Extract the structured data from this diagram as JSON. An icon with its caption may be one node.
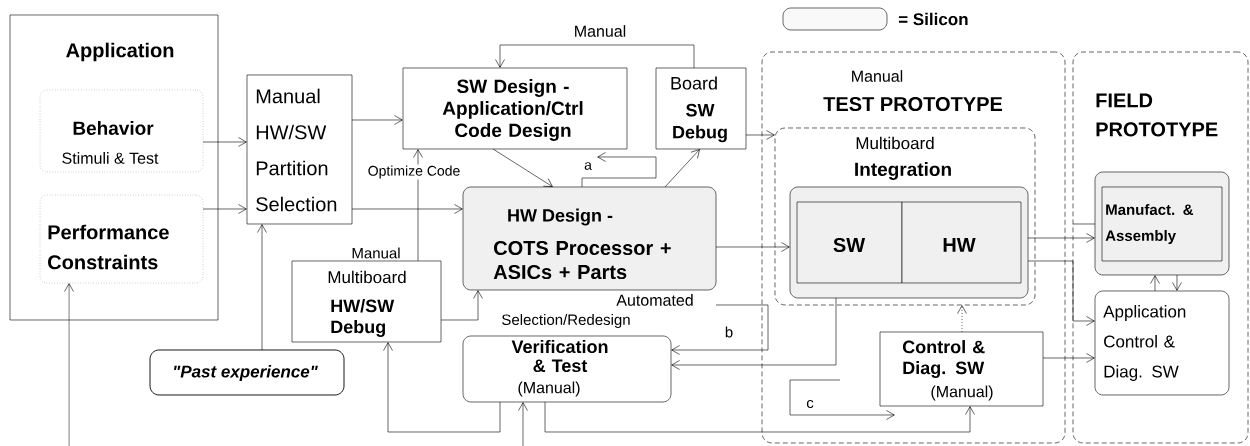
{
  "diagram": {
    "nodes": [
      {
        "text": [
          "Application"
        ]
      },
      {
        "text": [
          "Behavior",
          "Stimuli & Test"
        ],
        "in": 0
      },
      {
        "text": [
          "Performance Constraints"
        ],
        "in": 0
      },
      {
        "text": [
          "Manual HW/SW Partition Selection"
        ]
      },
      {
        "text": [
          "SW Design - Application/Ctrl Code Design"
        ]
      },
      {
        "text": [
          "Board",
          "SW Debug"
        ]
      },
      {
        "text": [
          "HW Design -",
          "COTS Processor + ASICs + Parts"
        ]
      },
      {
        "text": [
          "Multiboard",
          "HW/SW Debug"
        ],
        "beside": [
          "Manual"
        ]
      },
      {
        "text": [
          "\"Past experience\""
        ]
      },
      {
        "text": [
          "Verification & Test",
          "(Manual)"
        ]
      },
      {
        "text": [
          "Manual",
          "TEST PROTOTYPE"
        ]
      },
      {
        "text": [
          "Multiboard",
          "Integration"
        ],
        "in": 10
      },
      {
        "text": [],
        "shape": "box",
        "in": 11
      },
      {
        "text": [
          "SW"
        ],
        "in": 12
      },
      {
        "text": [
          "HW"
        ],
        "in": 12
      },
      {
        "text": [
          "Control & Diag. SW",
          "(Manual)"
        ],
        "in": 10
      },
      {
        "text": [
          "FIELD PROTOTYPE"
        ]
      },
      {
        "text": [],
        "shape": "box",
        "in": 16
      },
      {
        "text": [
          "Manufact. & Assembly"
        ],
        "in": 17
      },
      {
        "text": [
          "Application Control & Diag. SW"
        ],
        "in": 16
      }
    ],
    "edges": [
      {
        "from": 1,
        "to": 3,
        "arrow": "to"
      },
      {
        "from": 2,
        "to": 3,
        "arrow": "to"
      },
      {
        "from": 3,
        "to": 4,
        "arrow": "to"
      },
      {
        "from": 3,
        "to": 6,
        "arrow": "to"
      },
      {
        "from": 7,
        "to": 4,
        "arrow": "to",
        "label": "Optimize Code"
      },
      {
        "from": 7,
        "to": 6,
        "arrow": "to"
      },
      {
        "from": 5,
        "to": 4,
        "arrow": "to",
        "label": "Manual"
      },
      {
        "from": 4,
        "to": 6,
        "arrow": "to"
      },
      {
        "from": 6,
        "to": 5,
        "arrow": "to"
      },
      {
        "from": 6,
        "to": 4,
        "arrow": "to",
        "label": "a"
      },
      {
        "from": null,
        "to": 9,
        "arrow": "to",
        "label": "b"
      },
      {
        "from": 12,
        "to": 9,
        "arrow": "to"
      },
      {
        "from": 15,
        "to": 11,
        "arrow": "to",
        "style": "dashed"
      },
      {
        "from": null,
        "to": 15,
        "arrow": "to",
        "label": "c"
      },
      {
        "from": 9,
        "to": 7,
        "arrow": "to"
      },
      {
        "from": 9,
        "to": 15,
        "arrow": "to"
      },
      {
        "from": null,
        "to": 9,
        "arrow": "to"
      },
      {
        "from": null,
        "to": 2,
        "arrow": "to"
      },
      {
        "from": 8,
        "to": 3,
        "arrow": "to"
      },
      {
        "from": 5,
        "to": 11,
        "arrow": "to"
      },
      {
        "from": 6,
        "to": 12,
        "arrow": "to"
      },
      {
        "from": 12,
        "to": 17,
        "arrow": "to"
      },
      {
        "from": 12,
        "to": 19,
        "arrow": "to"
      },
      {
        "from": 15,
        "to": 19,
        "arrow": "to"
      },
      {
        "from": 19,
        "to": 17,
        "arrow": "to"
      },
      {
        "from": 17,
        "to": 19,
        "arrow": "to"
      },
      {
        "from": 16,
        "to": 17,
        "arrow": "none"
      }
    ],
    "labels": [
      "Automated",
      "Selection/Redesign"
    ],
    "legend": [
      {
        "text": "= Silicon"
      }
    ]
  }
}
